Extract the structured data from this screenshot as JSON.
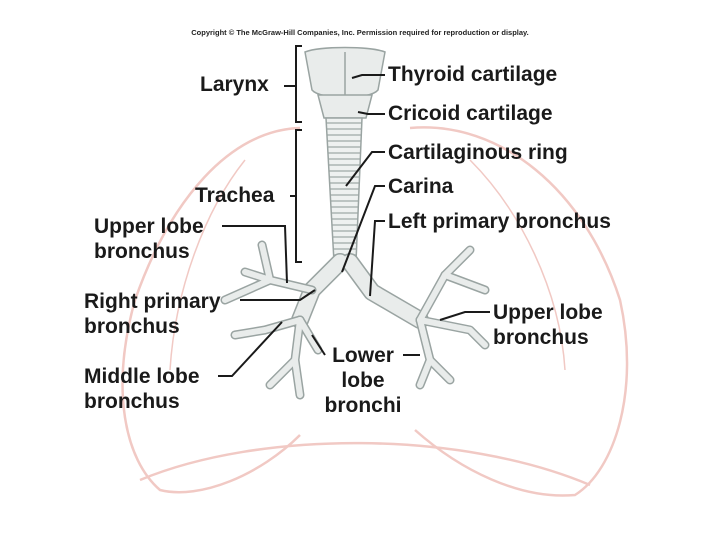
{
  "copyright": "Copyright © The McGraw-Hill Companies, Inc. Permission required for reproduction or display.",
  "labels": {
    "larynx": "Larynx",
    "thyroid_cartilage": "Thyroid cartilage",
    "cricoid_cartilage": "Cricoid cartilage",
    "cartilaginous_ring": "Cartilaginous ring",
    "trachea": "Trachea",
    "carina": "Carina",
    "left_primary_bronchus": "Left primary bronchus",
    "upper_lobe_bronchus_right": [
      "Upper lobe",
      "bronchus"
    ],
    "right_primary_bronchus": [
      "Right primary",
      "bronchus"
    ],
    "upper_lobe_bronchus_left": [
      "Upper lobe",
      "bronchus"
    ],
    "middle_lobe_bronchus": [
      "Middle lobe",
      "bronchus"
    ],
    "lower_lobe_bronchi": [
      "Lower",
      "lobe",
      "bronchi"
    ]
  },
  "colors": {
    "lung_outline": "#f1c9c4",
    "airway_fill": "#e9eceb",
    "airway_stroke": "#9aa4a2",
    "leader": "#1a1a1a"
  }
}
